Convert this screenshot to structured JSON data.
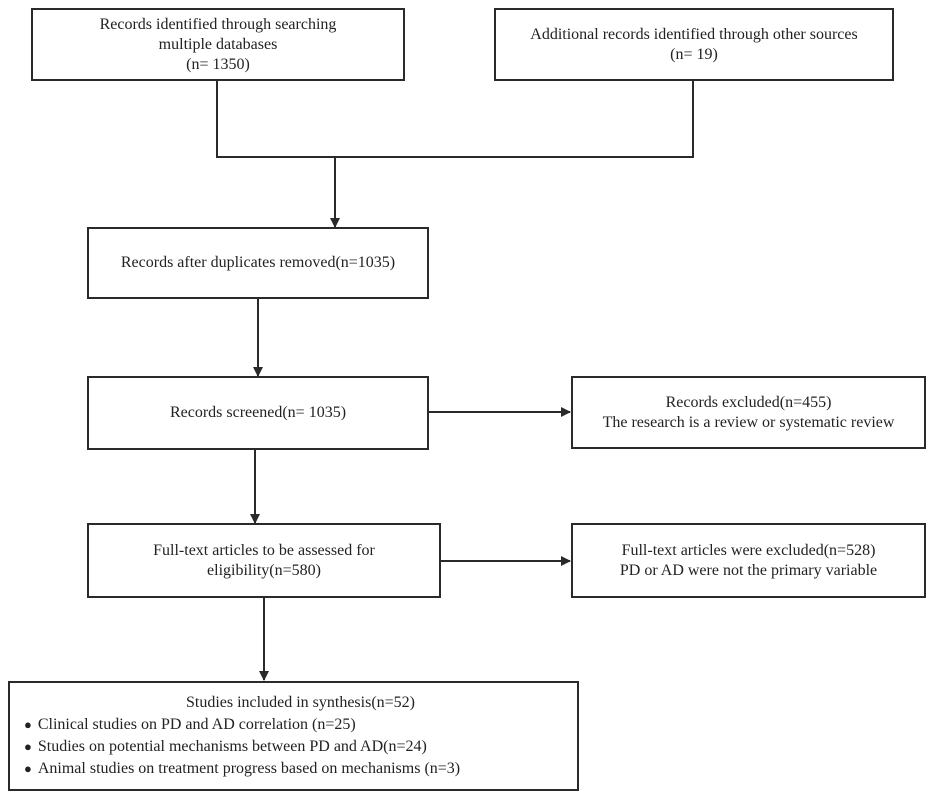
{
  "boxes": {
    "identified_db": {
      "lines": [
        "Records identified through searching",
        "multiple databases",
        "(n= 1350)"
      ]
    },
    "identified_other": {
      "lines": [
        "Additional records identified through other sources",
        "(n= 19)"
      ]
    },
    "after_duplicates": {
      "lines": [
        "Records after duplicates removed(n=1035)"
      ]
    },
    "screened": {
      "lines": [
        "Records screened(n= 1035)"
      ]
    },
    "excluded_records": {
      "lines": [
        "Records excluded(n=455)",
        "The research is a review or systematic review"
      ]
    },
    "fulltext_assessed": {
      "lines": [
        "Full-text articles to be assessed for",
        "eligibility(n=580)"
      ]
    },
    "fulltext_excluded": {
      "lines": [
        "Full-text articles were excluded(n=528)",
        "PD or AD were not the primary variable"
      ]
    },
    "included": {
      "title": "Studies included in synthesis(n=52)",
      "bullet_glyph": "●",
      "items": [
        "Clinical studies on PD and AD correlation (n=25)",
        "Studies on potential mechanisms between PD and AD(n=24)",
        "Animal studies on treatment progress based on mechanisms (n=3)"
      ]
    }
  },
  "colors": {
    "line": "#2a2a2a",
    "text": "#222222"
  }
}
